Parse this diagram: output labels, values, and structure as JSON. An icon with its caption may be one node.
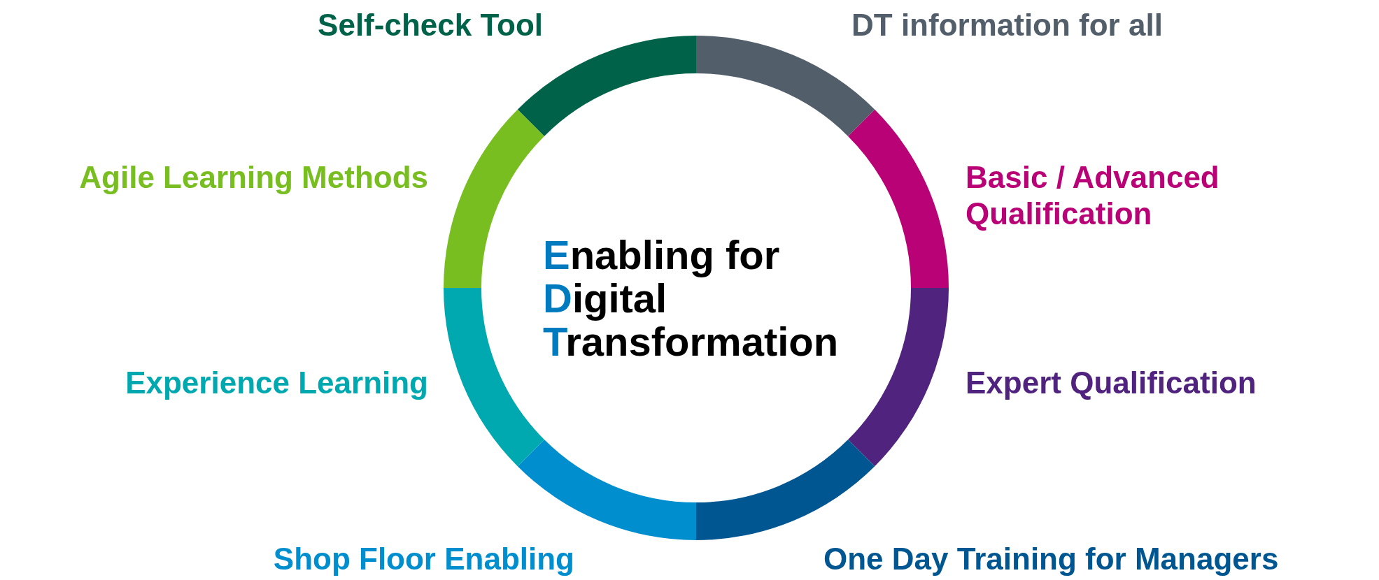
{
  "diagram": {
    "nodes": [
      {
        "text": [
          "Enabling for Digital Transformation"
        ]
      },
      {
        "text": [
          "Self-check Tool"
        ]
      },
      {
        "text": [
          "DT information for all"
        ]
      },
      {
        "text": [
          "Basic / Advanced Qualification"
        ]
      },
      {
        "text": [
          "Expert Qualification"
        ]
      },
      {
        "text": [
          "One Day Training for Managers"
        ]
      },
      {
        "text": [
          "Shop Floor Enabling"
        ]
      },
      {
        "text": [
          "Experience Learning"
        ]
      },
      {
        "text": [
          "Agile Learning Methods"
        ]
      }
    ]
  }
}
